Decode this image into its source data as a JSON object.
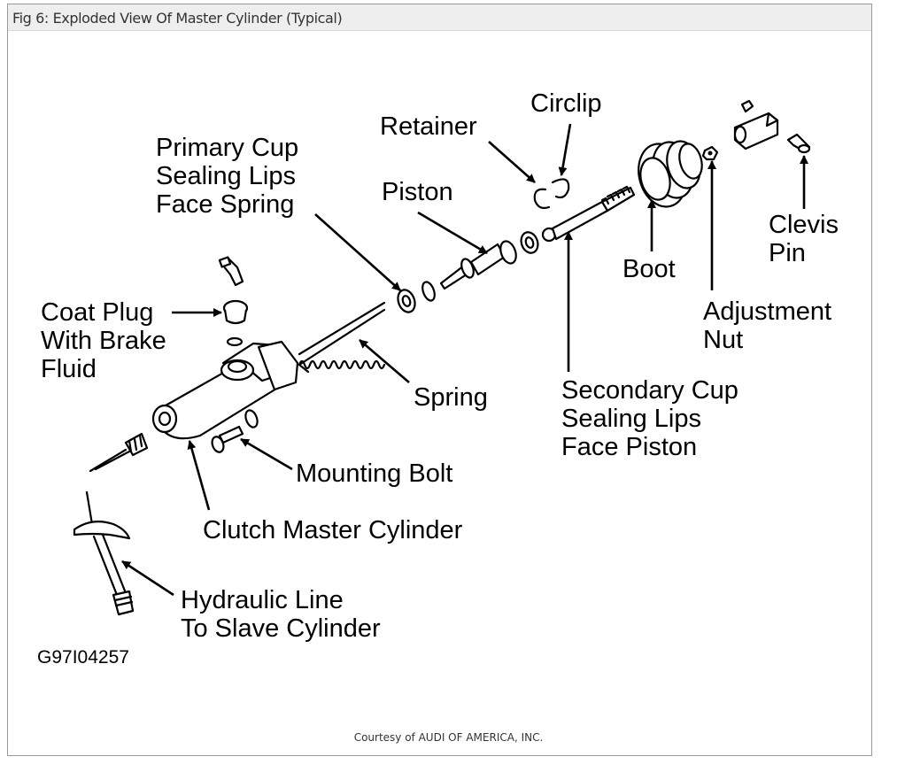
{
  "figure": {
    "title": "Fig 6: Exploded View Of Master Cylinder (Typical)",
    "credit": "Courtesy of AUDI OF AMERICA, INC.",
    "code": "G97I04257"
  },
  "labels": {
    "primary_cup": [
      "Primary Cup",
      "Sealing Lips",
      "Face Spring"
    ],
    "retainer": [
      "Retainer"
    ],
    "circlip": [
      "Circlip"
    ],
    "piston": [
      "Piston"
    ],
    "coat_plug": [
      "Coat Plug",
      "With Brake",
      "Fluid"
    ],
    "spring": [
      "Spring"
    ],
    "mounting_bolt": [
      "Mounting Bolt"
    ],
    "clutch_master_cylinder": [
      "Clutch Master Cylinder"
    ],
    "hydraulic_line": [
      "Hydraulic Line",
      "To Slave Cylinder"
    ],
    "secondary_cup": [
      "Secondary Cup",
      "Sealing Lips",
      "Face Piston"
    ],
    "boot": [
      "Boot"
    ],
    "adjustment_nut": [
      "Adjustment",
      "Nut"
    ],
    "clevis_pin": [
      "Clevis",
      "Pin"
    ]
  }
}
